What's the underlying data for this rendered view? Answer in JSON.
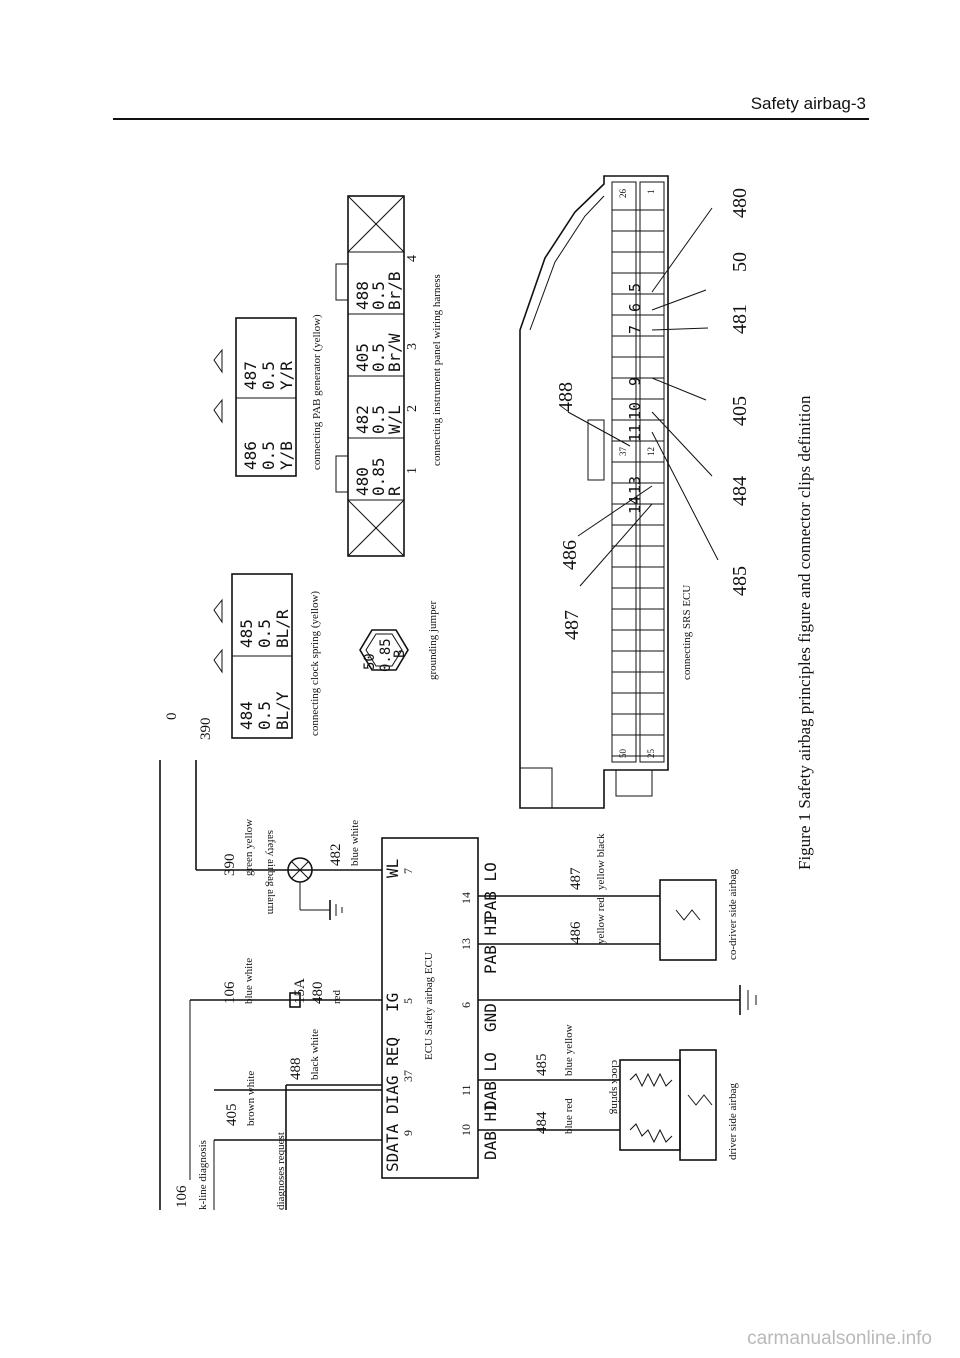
{
  "header": {
    "title": "Safety airbag-3"
  },
  "caption": "Figure 1 Safety airbag principles figure and connector clips definition",
  "watermark": "carmanualsonline.info",
  "wiring": {
    "top_wire_0": "0",
    "top_wire_390": "390",
    "wire_106_top": "106",
    "k_line": "k-line diagnosis",
    "diag_request": "diagnoses request",
    "w405": "405",
    "w405_color": "brown white",
    "w488": "488",
    "w488_color": "black white",
    "w106": "106",
    "w106_color": "blue white",
    "fuse": "15A",
    "w480": "480",
    "w480_color": "red",
    "w390": "390",
    "w390_color": "green yellow",
    "lamp_label": "safety airbag alarm",
    "w482": "482",
    "w482_color": "blue white",
    "ecu_label": "ECU Safety airbag ECU",
    "pins": {
      "sdata": "SDATA",
      "diag_req": "DIAG REQ",
      "ig": "IG",
      "wl": "WL",
      "dab_hi": "DAB HI",
      "dab_lo": "DAB LO",
      "gnd": "GND",
      "pab_hi": "PAB HI",
      "pab_lo": "PAB LO",
      "n9": "9",
      "n37": "37",
      "n5": "5",
      "n7": "7",
      "n10": "10",
      "n11": "11",
      "n6": "6",
      "n13": "13",
      "n14": "14"
    },
    "w484": "484",
    "w484_color": "blue red",
    "w485": "485",
    "w485_color": "blue yellow",
    "w486": "486",
    "w486_color": "yellow red",
    "w487": "487",
    "w487_color": "yellow black",
    "clock_spring": "clock spring",
    "driver_airbag": "driver side airbag",
    "codriver_airbag": "co-driver side airbag"
  },
  "connectors": {
    "clock_spring": {
      "caption": "connecting clock spring (yellow)",
      "cells": [
        {
          "wire": "484",
          "size": "0.5",
          "color": "BL/Y"
        },
        {
          "wire": "485",
          "size": "0.5",
          "color": "BL/R"
        }
      ]
    },
    "pab_generator": {
      "caption": "connecting PAB generator (yellow)",
      "cells": [
        {
          "wire": "486",
          "size": "0.5",
          "color": "Y/B"
        },
        {
          "wire": "487",
          "size": "0.5",
          "color": "Y/R"
        }
      ]
    },
    "grounding": {
      "caption": "grounding jumper",
      "wire": "50",
      "size": "0.85",
      "color": "B"
    },
    "instrument_panel": {
      "caption": "connecting instrument panel wiring harness",
      "cells": [
        {
          "wire": "480",
          "size": "0.85",
          "color": "R",
          "pin": "1"
        },
        {
          "wire": "482",
          "size": "0.5",
          "color": "W/L",
          "pin": "2"
        },
        {
          "wire": "405",
          "size": "0.5",
          "color": "Br/W",
          "pin": "3"
        },
        {
          "wire": "488",
          "size": "0.5",
          "color": "Br/B",
          "pin": "4"
        }
      ]
    },
    "srs_ecu": {
      "caption": "connecting SRS ECU",
      "cavities": [
        "26",
        "1",
        "37",
        "12",
        "50",
        "25"
      ],
      "pin_numbers": [
        "14",
        "13",
        "11",
        "10",
        "9",
        "7",
        "6",
        "5"
      ],
      "callouts": [
        "487",
        "486",
        "488",
        "485",
        "484",
        "405",
        "481",
        "50",
        "480"
      ]
    }
  }
}
